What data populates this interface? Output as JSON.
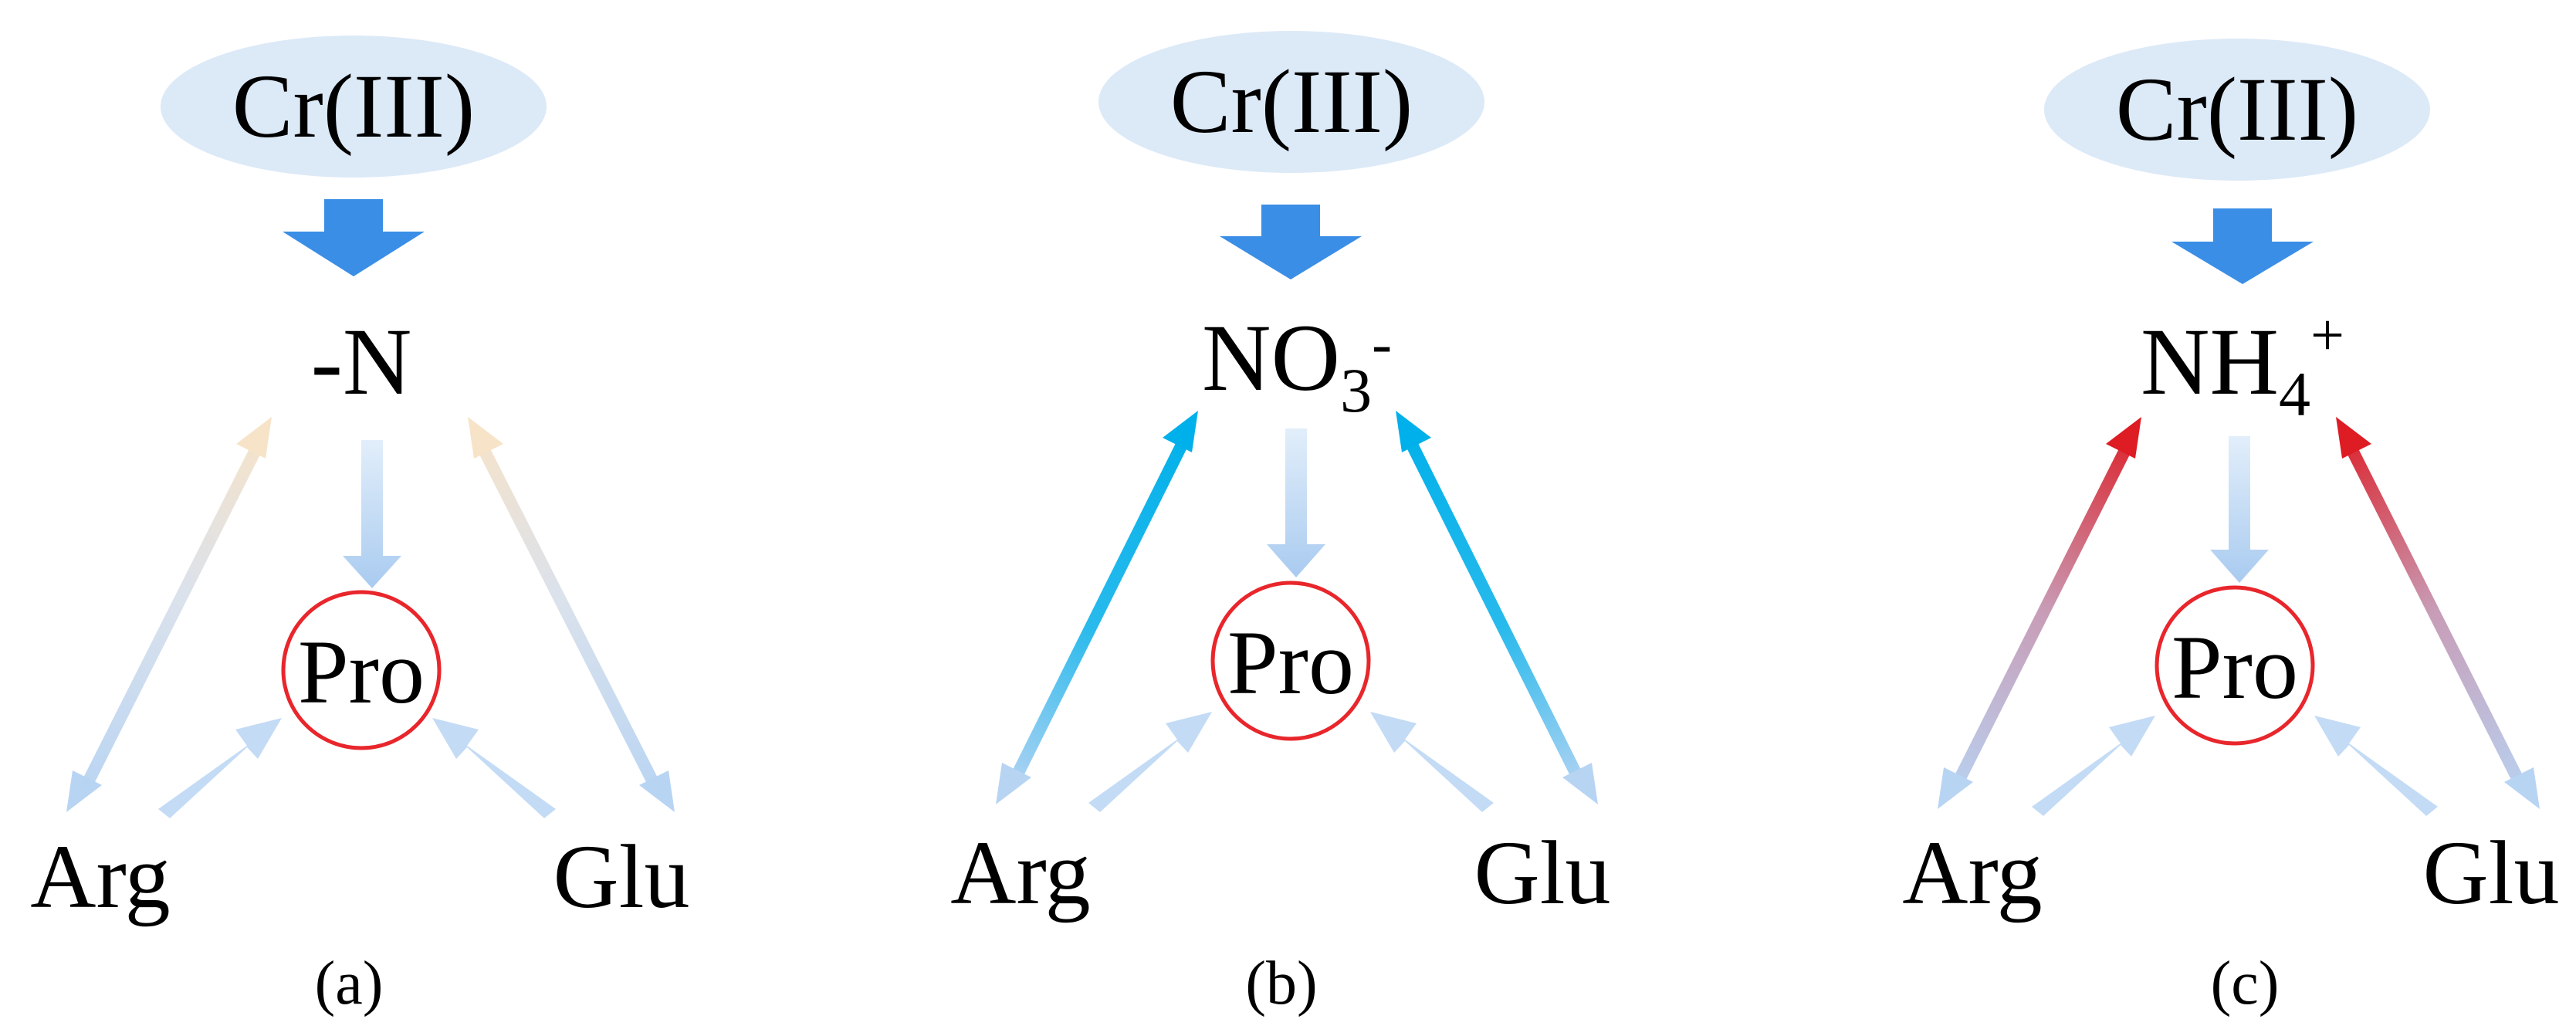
{
  "colors": {
    "ellipse_fill": "#dce9f7",
    "down_arrow": "#3a8ee6",
    "pale_arrow": "#bcd6f3",
    "circle_stroke": "#e8262b",
    "cyan_arrow": "#00b4ea",
    "red_arrow": "#dd1c24",
    "tan_arrow": "#f2dcc0"
  },
  "panels": [
    {
      "caption": "(a)",
      "source": "Cr(III)",
      "nitrogen": {
        "base": "-N",
        "subscript": "",
        "superscript": ""
      },
      "center": "Pro",
      "left": "Arg",
      "right": "Glu",
      "link_color_name": "tan-faded"
    },
    {
      "caption": "(b)",
      "source": "Cr(III)",
      "nitrogen": {
        "base": "NO",
        "subscript": "3",
        "superscript": "-"
      },
      "center": "Pro",
      "left": "Arg",
      "right": "Glu",
      "link_color_name": "cyan"
    },
    {
      "caption": "(c)",
      "source": "Cr(III)",
      "nitrogen": {
        "base": "NH",
        "subscript": "4",
        "superscript": "+"
      },
      "center": "Pro",
      "left": "Arg",
      "right": "Glu",
      "link_color_name": "red"
    }
  ]
}
